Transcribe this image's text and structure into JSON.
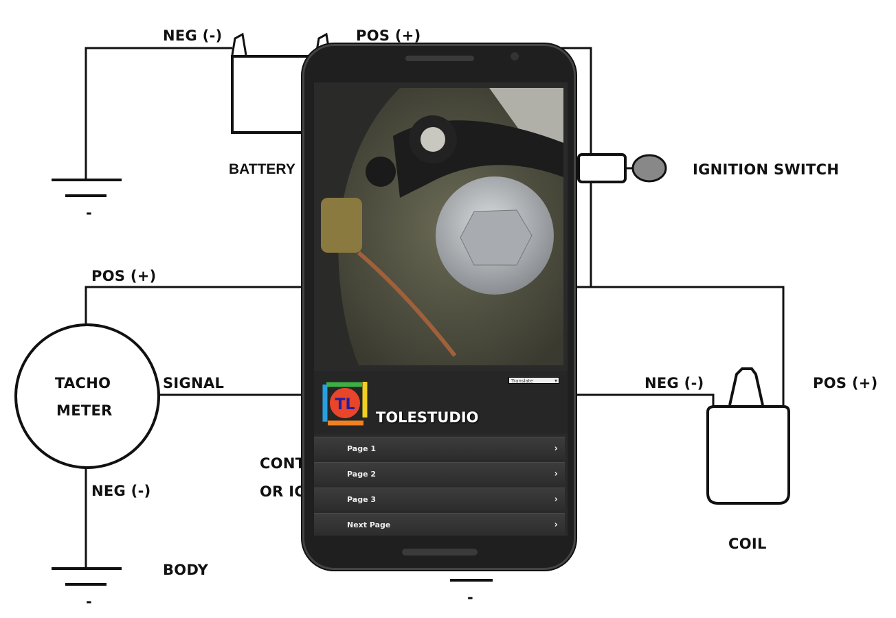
{
  "labels": {
    "battery_neg": "NEG (-)",
    "battery_pos": "POS (+)",
    "battery": "BATTERY",
    "ignition_switch": "IGNITION SWITCH",
    "tacho_pos": "POS (+)",
    "tacho_line1": "TACHO",
    "tacho_line2": "METER",
    "signal": "SIGNAL",
    "contact_line1": "CONT",
    "contact_line2": "OR IG",
    "tacho_neg": "NEG (-)",
    "body": "BODY",
    "coil_neg": "NEG (-)",
    "coil_pos": "POS (+)",
    "coil": "COIL",
    "ground_minus": "-"
  },
  "phone_app": {
    "language_select": "Translate",
    "brand": "TOLESTUDIO",
    "logo_text": "TL",
    "menu": [
      {
        "label": "Page 1"
      },
      {
        "label": "Page 2"
      },
      {
        "label": "Page 3"
      },
      {
        "label": "Next Page"
      }
    ],
    "chevron": "›"
  }
}
